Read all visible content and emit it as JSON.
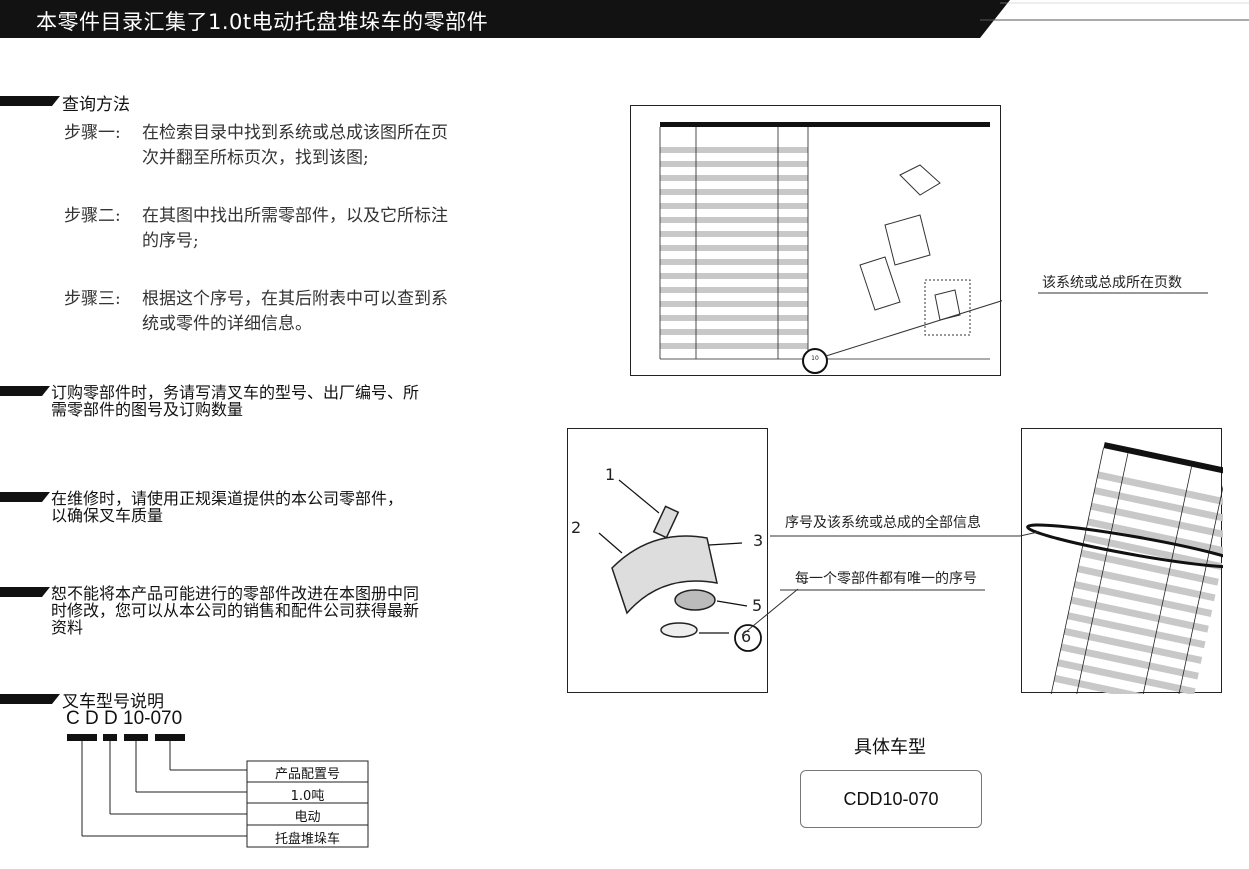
{
  "header": {
    "title": "本零件目录汇集了1.0t电动托盘堆垛车的零部件"
  },
  "query_method": {
    "heading": "查询方法",
    "steps": [
      {
        "label": "步骤一:",
        "line1": "在检索目录中找到系统或总成该图所在页",
        "line2": "次并翻至所标页次，找到该图;"
      },
      {
        "label": "步骤二:",
        "line1": "在其图中找出所需零部件，以及它所标注",
        "line2": "的序号;"
      },
      {
        "label": "步骤三:",
        "line1": "根据这个序号，在其后附表中可以查到系",
        "line2": "统或零件的详细信息。"
      }
    ]
  },
  "notes": [
    {
      "line1": "订购零部件时，务请写清叉车的型号、出厂编号、所",
      "line2": "需零部件的图号及订购数量"
    },
    {
      "line1": "在维修时，请使用正规渠道提供的本公司零部件，",
      "line2": "以确保叉车质量"
    },
    {
      "line1": "恕不能将本产品可能进行的零部件改进在本图册中同",
      "line2": "时修改，您可以从本公司的销售和配件公司获得最新",
      "line3": "资料"
    }
  ],
  "model_explanation": {
    "heading": "叉车型号说明",
    "code": "C D D 10-070",
    "legend": [
      "产品配置号",
      "1.0吨",
      "电动",
      "托盘堆垛车"
    ]
  },
  "illustrations": {
    "page_callout": "该系统或总成所在页数",
    "page_number": "10",
    "part_numbers": [
      "1",
      "2",
      "3",
      "5",
      "6"
    ],
    "info_callout": "序号及该系统或总成的全部信息",
    "unique_callout": "每一个零部件都有唯一的序号",
    "model_caption": "具体车型",
    "model_value": "CDD10-070"
  }
}
